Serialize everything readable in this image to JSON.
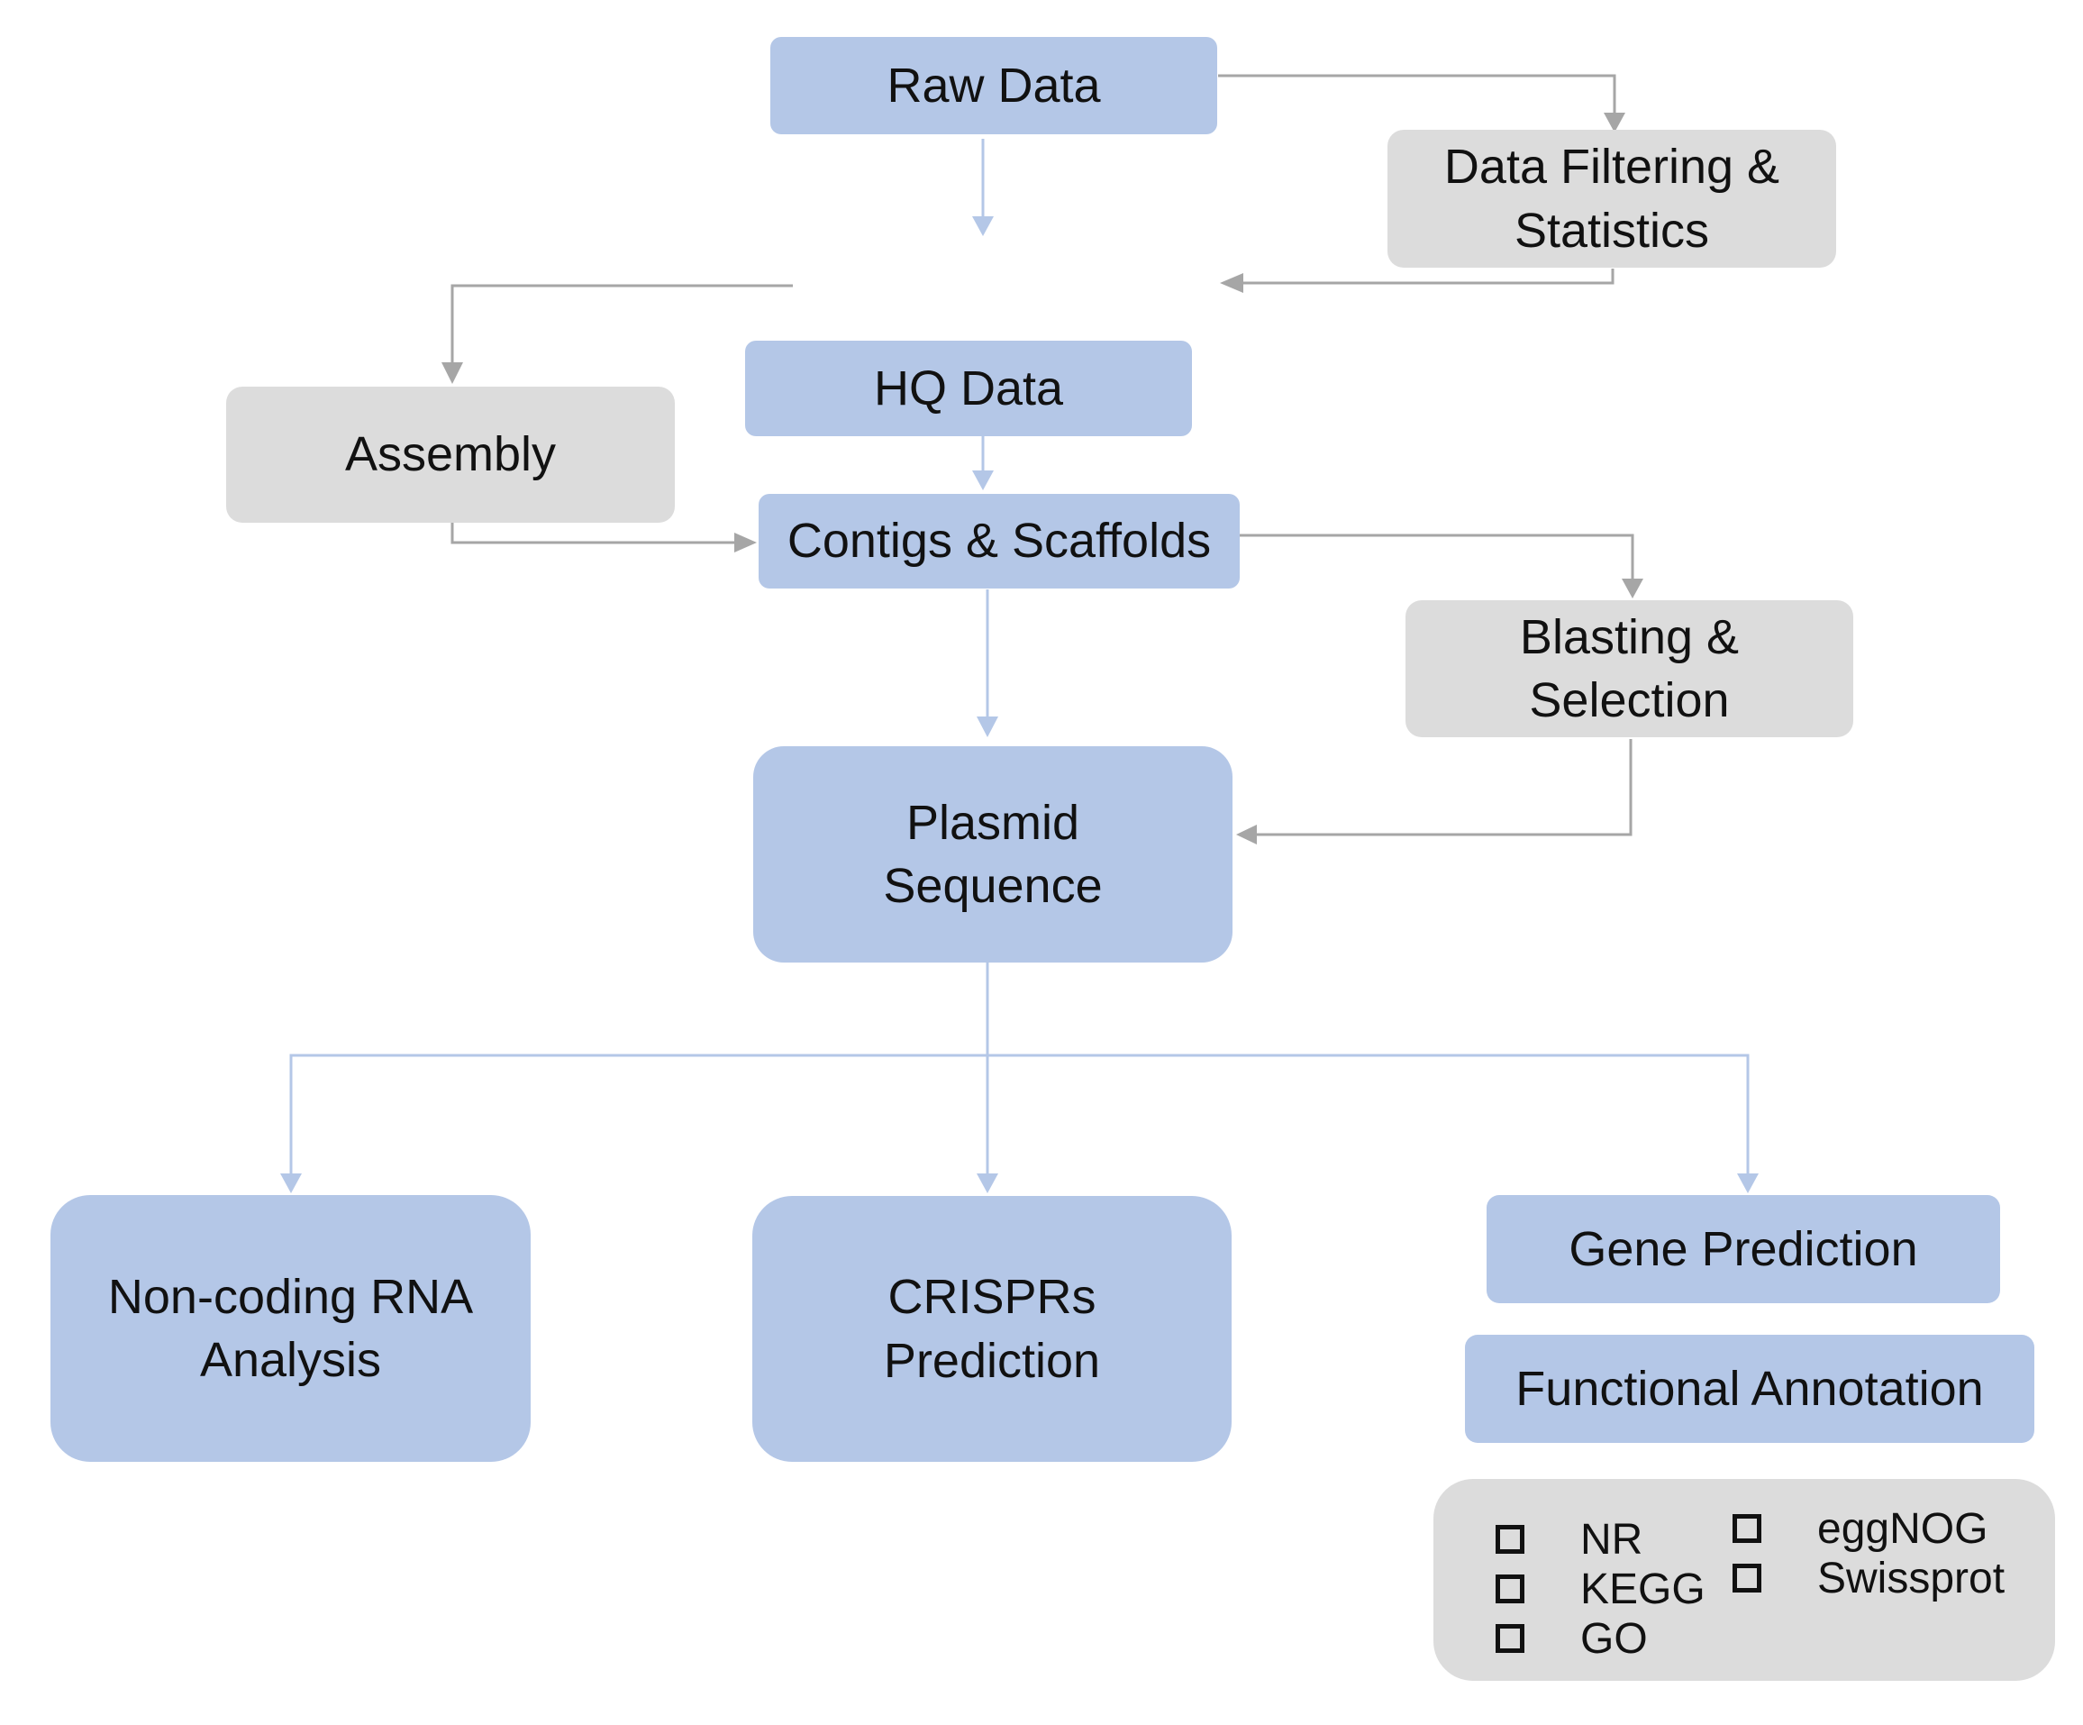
{
  "colors": {
    "primary_fill": "#b4c7e7",
    "secondary_fill": "#dcdcdc",
    "primary_arrow": "#b4c7e7",
    "secondary_arrow": "#a6a6a6"
  },
  "nodes": {
    "raw_data": "Raw Data",
    "data_filtering": "Data Filtering &\nStatistics",
    "hq_data": "HQ Data",
    "assembly": "Assembly",
    "contigs": "Contigs & Scaffolds",
    "blasting": "Blasting &\nSelection",
    "plasmid": "Plasmid\nSequence",
    "noncoding": "Non-coding RNA\nAnalysis",
    "crisprs": "CRISPRs\nPrediction",
    "gene_prediction": "Gene Prediction",
    "functional_annotation": "Functional Annotation"
  },
  "databases": [
    "NR",
    "KEGG",
    "GO",
    "eggNOG",
    "Swissprot"
  ]
}
